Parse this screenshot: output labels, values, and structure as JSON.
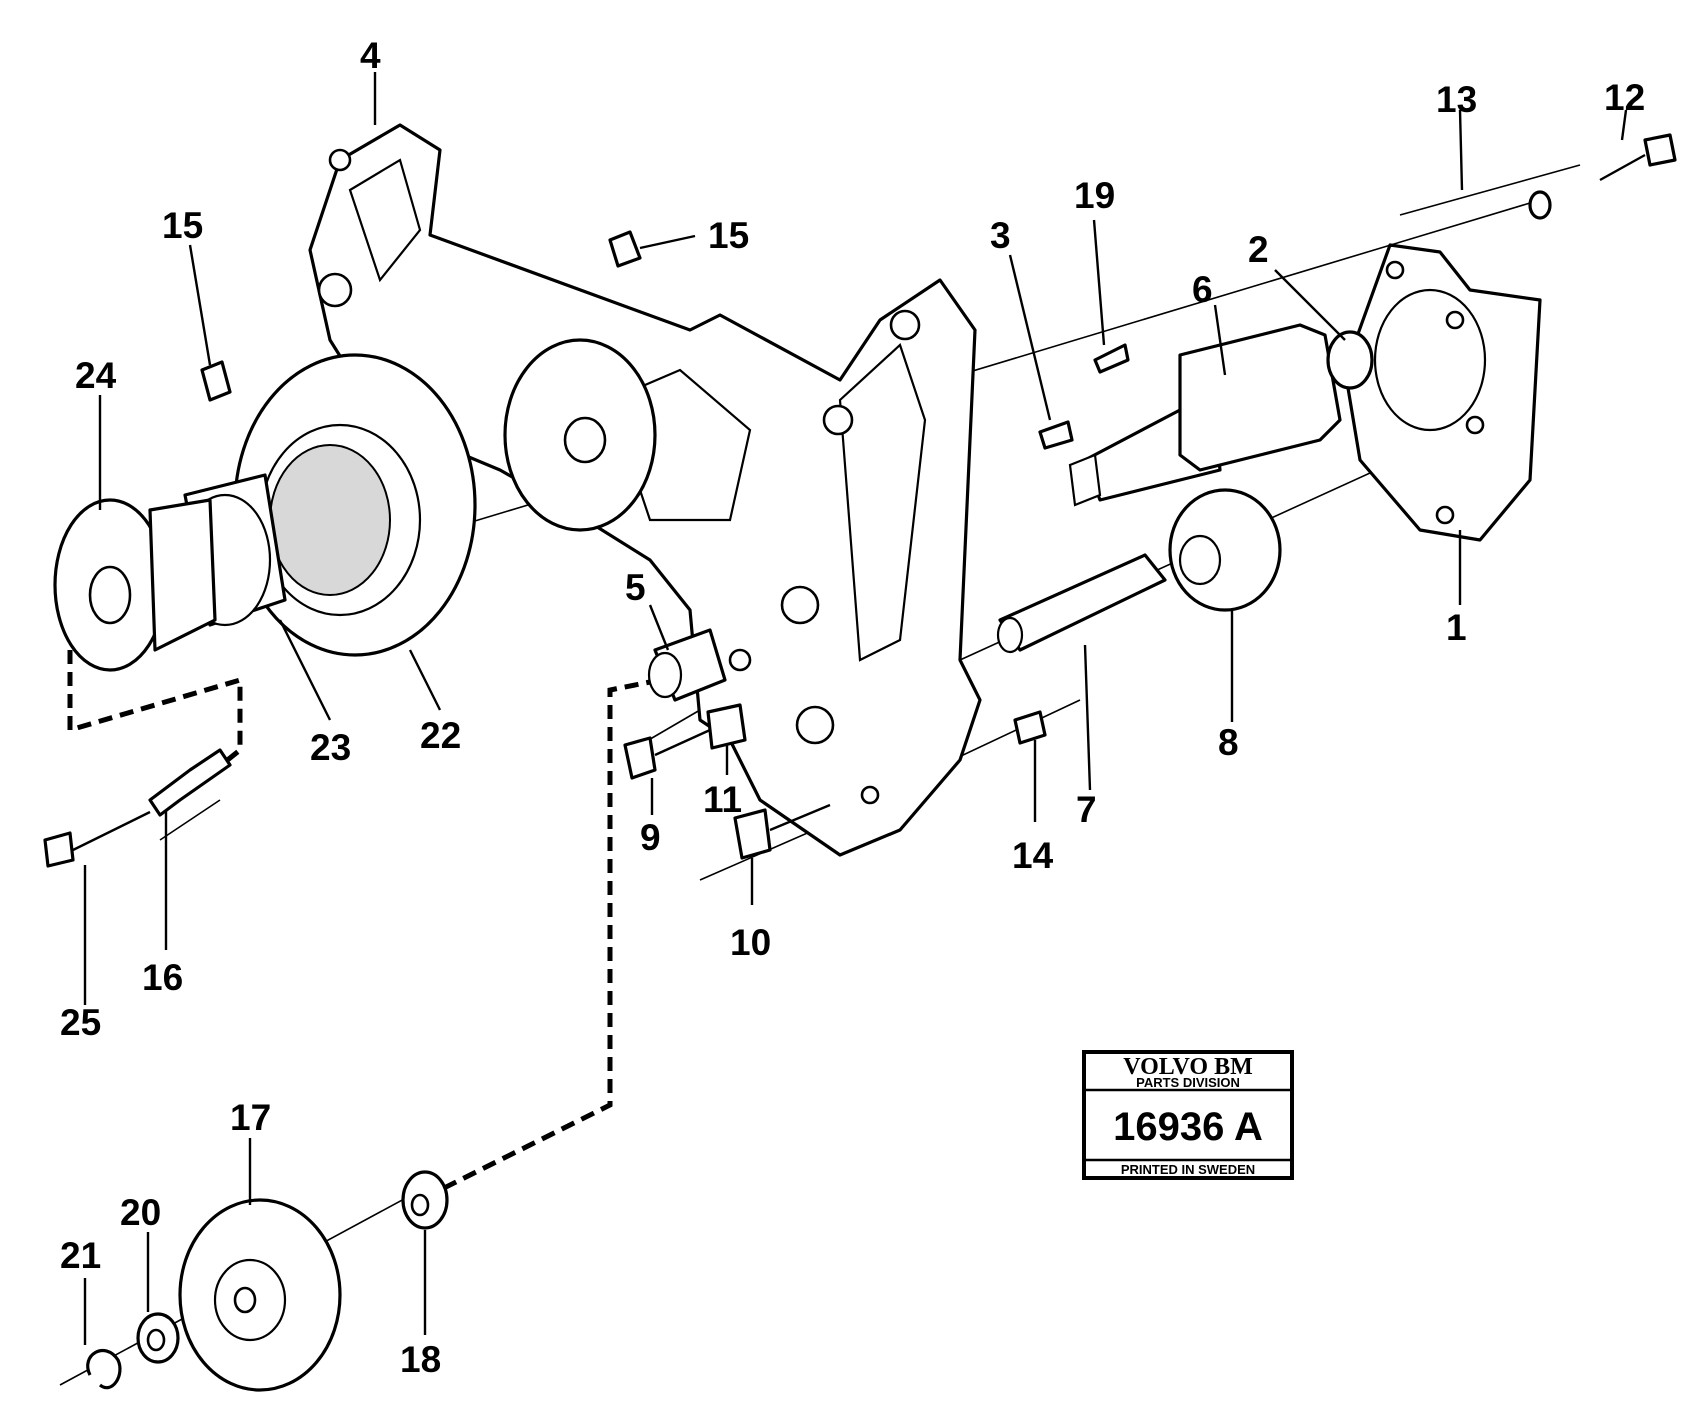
{
  "callouts": {
    "c1": "1",
    "c2": "2",
    "c3": "3",
    "c4": "4",
    "c5": "5",
    "c6": "6",
    "c7": "7",
    "c8": "8",
    "c9": "9",
    "c10": "10",
    "c11": "11",
    "c12": "12",
    "c13": "13",
    "c14": "14",
    "c15a": "15",
    "c15b": "15",
    "c16": "16",
    "c17": "17",
    "c18": "18",
    "c19": "19",
    "c20": "20",
    "c21": "21",
    "c22": "22",
    "c23": "23",
    "c24": "24",
    "c25": "25"
  },
  "stamp": {
    "brand": "VOLVO BM",
    "division": "PARTS DIVISION",
    "code": "16936 A",
    "footer": "PRINTED IN SWEDEN"
  }
}
